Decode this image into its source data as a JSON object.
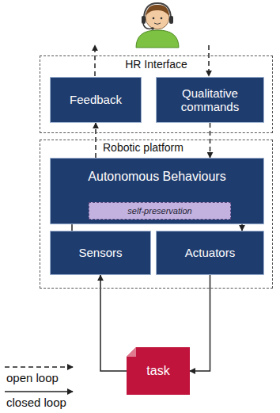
{
  "diagram": {
    "nodes": [
      {
        "text": [
          "HR Interface"
        ]
      },
      {
        "text": [
          "Feedback"
        ],
        "in": 0
      },
      {
        "text": [
          "Qualitative commands"
        ],
        "in": 0
      },
      {
        "text": [
          "Robotic platform"
        ]
      },
      {
        "text": [
          "Autonomous Behaviours"
        ],
        "in": 3
      },
      {
        "text": [
          "self-preservation"
        ],
        "in": 4
      },
      {
        "text": [
          "Sensors"
        ],
        "in": 3
      },
      {
        "text": [
          "Actuators"
        ],
        "in": 3
      },
      {
        "text": [
          "task"
        ]
      }
    ],
    "edges": [
      {
        "from": 4,
        "to": 1,
        "arrow": "to"
      },
      {
        "from": 2,
        "to": 4,
        "arrow": "to"
      },
      {
        "from": 6,
        "to": 5,
        "arrow": "to"
      },
      {
        "from": 5,
        "to": 7,
        "arrow": "to"
      },
      {
        "from": 7,
        "to": 8,
        "arrow": "to"
      },
      {
        "from": 8,
        "to": 6,
        "arrow": "to"
      }
    ],
    "legend": [
      {
        "text": "open loop"
      },
      {
        "text": "closed loop"
      }
    ]
  }
}
